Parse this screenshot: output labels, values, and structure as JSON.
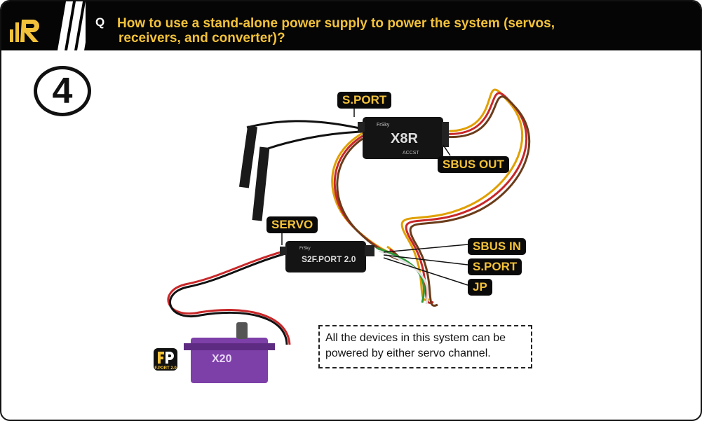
{
  "header": {
    "q_label": "Q",
    "title_line1": "How to use a stand-alone power supply to power the system (servos,",
    "title_line2": "receivers, and converter)?"
  },
  "step_number": "4",
  "labels": {
    "sport_top": "S.PORT",
    "sbus_out": "SBUS OUT",
    "servo": "SERVO",
    "sbus_in": "SBUS IN",
    "sport_side": "S.PORT",
    "jp": "JP"
  },
  "devices": {
    "receiver_brand": "FrSky",
    "receiver_model": "X8R",
    "receiver_sub": "ACCST",
    "converter_brand": "FrSky",
    "converter_model": "S2F.PORT 2.0",
    "servo_model": "X20"
  },
  "note": "All the devices in this system can be powered by either servo channel.",
  "badge": {
    "text": "F.PORT 2.0"
  }
}
